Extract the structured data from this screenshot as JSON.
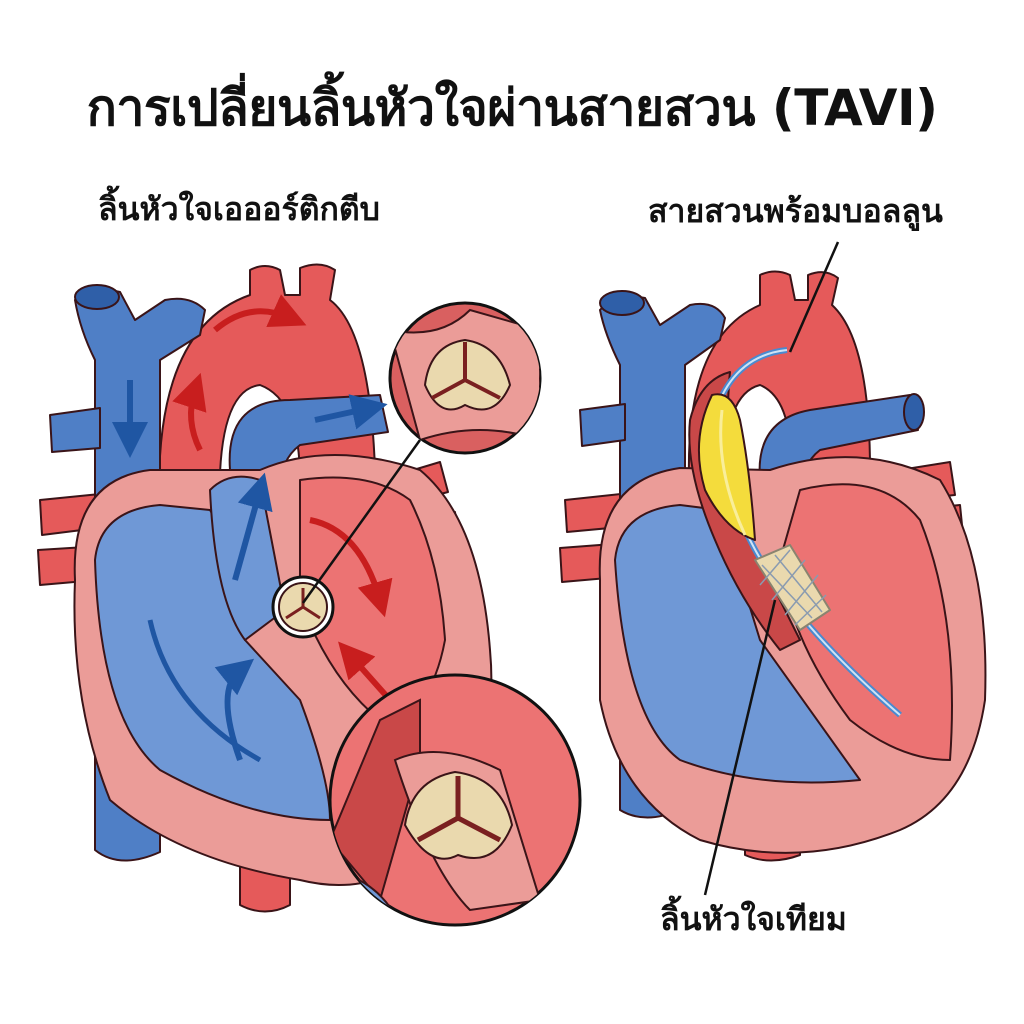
{
  "title": "การเปลี่ยนลิ้นหัวใจผ่านสายสวน (TAVI)",
  "panels": {
    "left": {
      "label": "ลิ้นหัวใจเอออร์ติกตีบ",
      "description": "Heart with stenotic aortic valve, two magnified insets of calcified valve leaflets"
    },
    "right": {
      "label_top": "สายสวนพร้อมบอลลูน",
      "label_bottom": "ลิ้นหัวใจเทียม",
      "description": "Heart with balloon catheter delivering stent-mounted prosthetic valve"
    }
  },
  "colors": {
    "vein_blue": "#4f7fc6",
    "vein_blue_dark": "#2f5fa8",
    "chamber_blue": "#6f98d6",
    "artery_red": "#e55a5a",
    "artery_red_dark": "#c23a3a",
    "muscle_pink": "#eb9c98",
    "chamber_red": "#ec7373",
    "valve_tan": "#ead9ae",
    "balloon_yellow": "#f4dc3c",
    "outline": "#3a1418"
  }
}
